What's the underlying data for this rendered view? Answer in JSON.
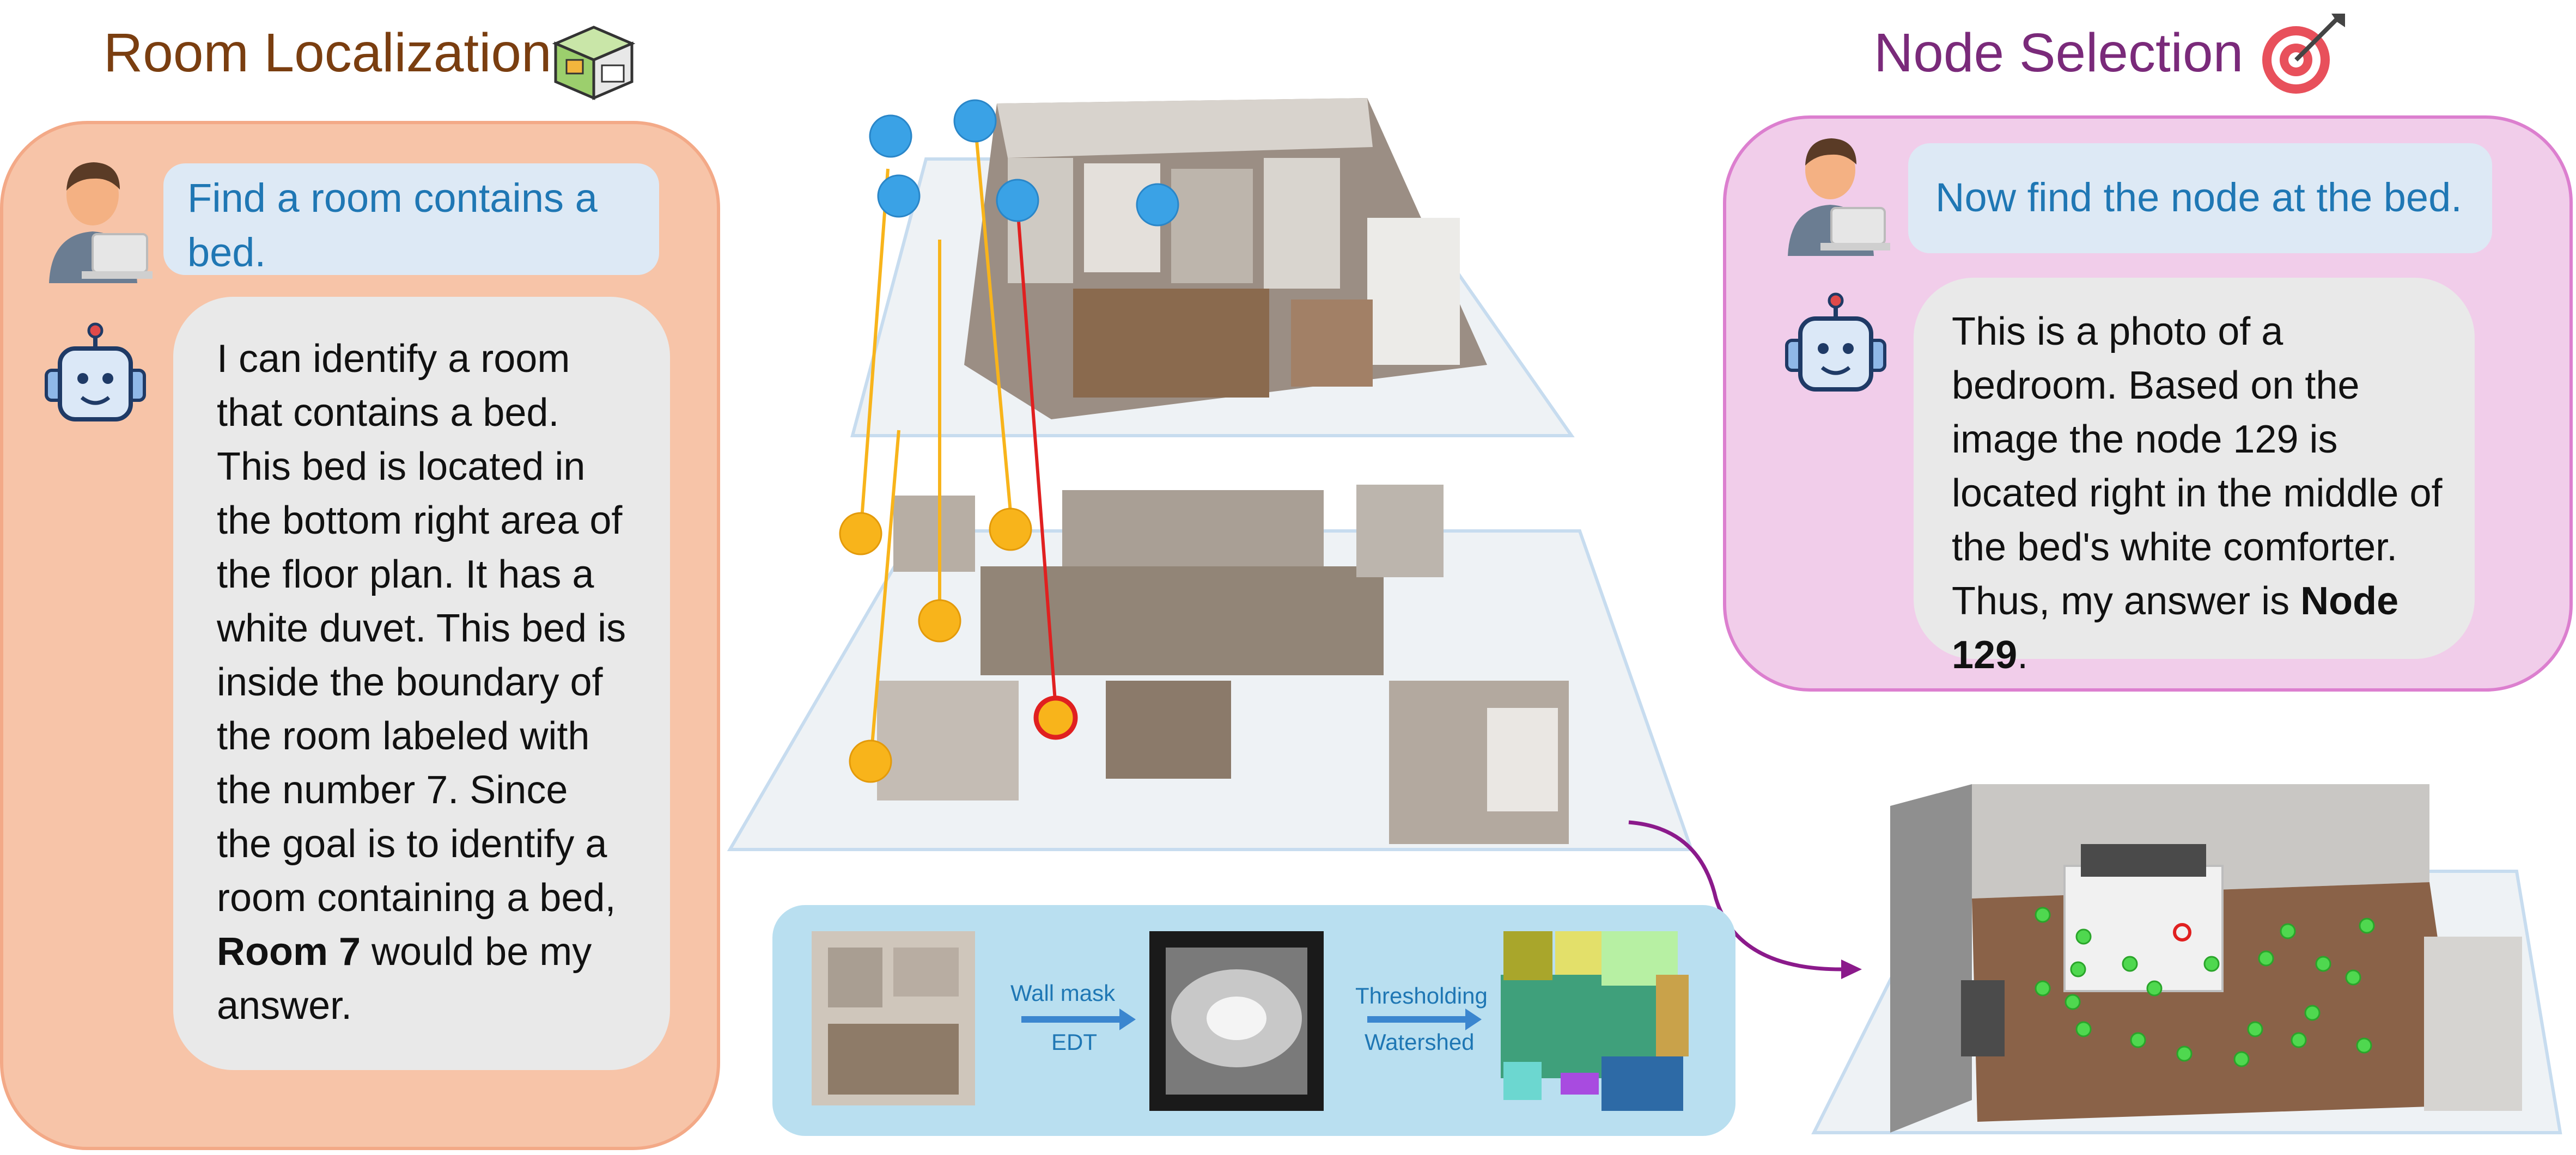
{
  "left": {
    "title": "Room Localization",
    "title_icon": "floorplan-icon",
    "user_message": "Find a room contains a bed.",
    "bot_message_pre": "I can identify a room that contains a bed. This bed is located in the bottom right area of the floor plan. It has a white duvet. This bed is inside the boundary of the room labeled with the number 7. Since the goal is to identify a room containing a bed, ",
    "bot_message_bold": "Room 7",
    "bot_message_post": " would be my answer."
  },
  "right": {
    "title": "Node Selection",
    "title_icon": "target-icon",
    "user_message": "Now find the node at the bed.",
    "bot_message_pre": "This is a photo of a bedroom. Based on the image the node 129 is located right in the middle of the bed's white comforter. Thus, my answer is ",
    "bot_message_bold": "Node 129",
    "bot_message_post": "."
  },
  "pipeline": {
    "step1_top": "Wall mask",
    "step1_bottom": "EDT",
    "step2_top": "Thresholding",
    "step2_bottom": "Watershed"
  },
  "colors": {
    "user_text": "#1f77b4",
    "left_panel": "#f7c4a8",
    "right_panel": "#f1cdea",
    "node_blue": "#3aa2e6",
    "node_orange": "#f8b41b",
    "link_red": "#e02020",
    "curve_purple": "#8b1a8b",
    "node_green": "#4fd84f"
  }
}
